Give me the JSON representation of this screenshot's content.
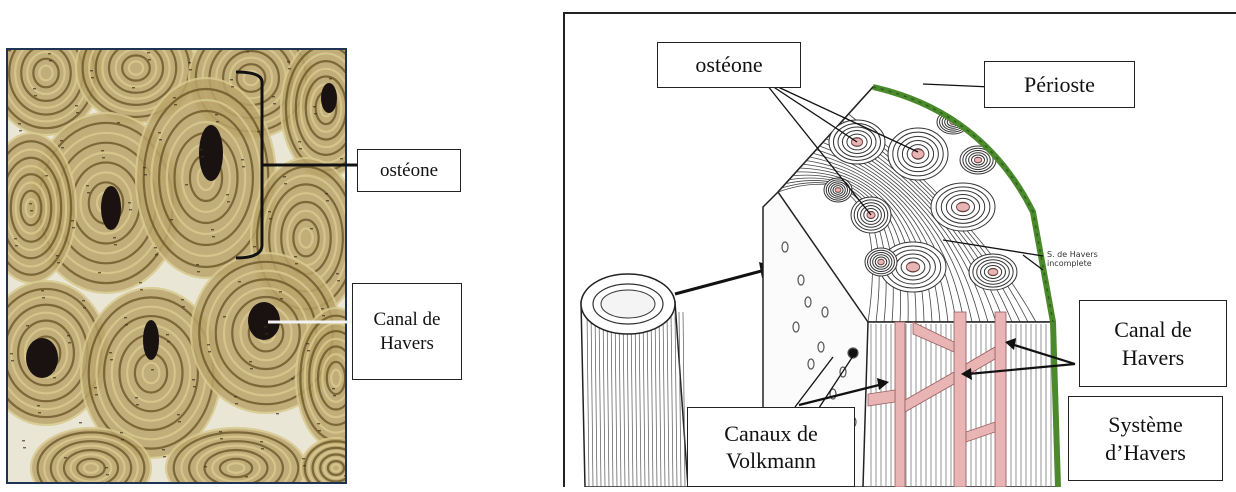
{
  "micrograph": {
    "labels": {
      "osteon": "ostéone",
      "haversian_canal": "Canal de\nHavers"
    }
  },
  "diagram": {
    "labels": {
      "osteon": "ostéone",
      "periosteum": "Périoste",
      "incomplete_havers": "S. de Havers\nincomplete",
      "haversian_canal": "Canal de\nHavers",
      "volkmann": "Canaux de\nVolkmann",
      "havers_system": "Système\nd’Havers"
    }
  },
  "colors": {
    "micrograph_border": "#1f3354",
    "bone_tan": "#b9a46a",
    "bone_dark": "#6f5a2c",
    "canal": "#1a1210",
    "vessel_pink": "#e8b4b4",
    "periosteum_green": "#4b8a2c"
  }
}
